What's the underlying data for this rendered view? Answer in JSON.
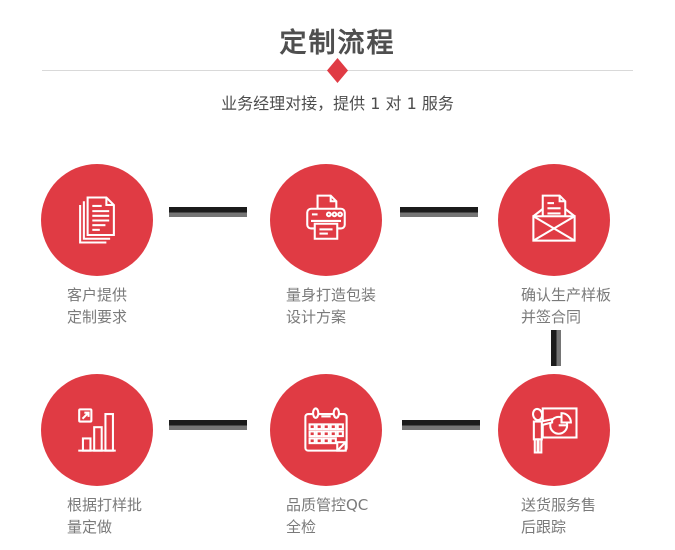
{
  "header": {
    "title": "定制流程",
    "subtitle": "业务经理对接，提供 1 对 1 服务"
  },
  "colors": {
    "accent_red": "#e03b44",
    "title_text": "#4f4f4f",
    "subtitle_text": "#4d4d4d",
    "label_text": "#7a7a7a",
    "divider_line": "#d9d9d9",
    "connector_dark": "#1b1b1b",
    "connector_gray": "#757575",
    "icon_stroke": "#ffffff"
  },
  "steps": [
    {
      "icon": "documents-icon",
      "lines": [
        "客户提供",
        "定制要求"
      ]
    },
    {
      "icon": "printer-icon",
      "lines": [
        "量身打造包装",
        "设计方案"
      ]
    },
    {
      "icon": "envelope-icon",
      "lines": [
        "确认生产样板",
        "并签合同"
      ]
    },
    {
      "icon": "bar-chart-icon",
      "lines": [
        "根据打样批",
        "量定做"
      ]
    },
    {
      "icon": "calendar-icon",
      "lines": [
        "品质管控QC",
        "全检"
      ]
    },
    {
      "icon": "presentation-icon",
      "lines": [
        "送货服务售",
        "后跟踪"
      ]
    }
  ]
}
